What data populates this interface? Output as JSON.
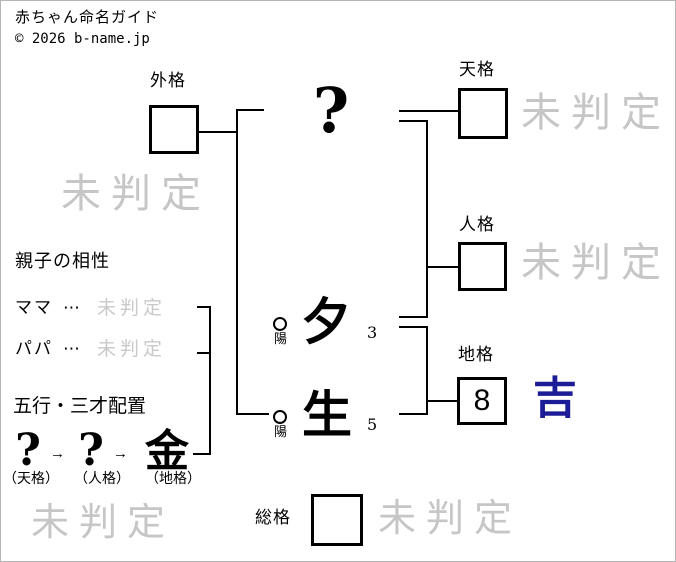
{
  "header": {
    "title": "赤ちゃん命名ガイド",
    "copyright": "© 2026 b-name.jp"
  },
  "name": {
    "surname": {
      "char": "?"
    },
    "given": [
      {
        "char": "夕",
        "strokes": "3",
        "yinyang_symbol": "○",
        "yinyang_label": "陽"
      },
      {
        "char": "生",
        "strokes": "5",
        "yinyang_symbol": "○",
        "yinyang_label": "陽"
      }
    ]
  },
  "kaku": {
    "gaikaku": {
      "label": "外格",
      "value": "",
      "result": "未判定"
    },
    "tenkaku": {
      "label": "天格",
      "value": "",
      "result": "未判定"
    },
    "jinkaku": {
      "label": "人格",
      "value": "",
      "result": "未判定"
    },
    "chikaku": {
      "label": "地格",
      "value": "8",
      "result": "吉"
    },
    "soukaku": {
      "label": "総格",
      "value": "",
      "result": "未判定"
    }
  },
  "compatibility": {
    "heading": "親子の相性",
    "rows": [
      {
        "label": "ママ",
        "dots": "⋯",
        "result": "未判定"
      },
      {
        "label": "パパ",
        "dots": "⋯",
        "result": "未判定"
      }
    ]
  },
  "gogyou": {
    "heading": "五行・三才配置",
    "arrow": "→",
    "items": [
      {
        "element": "?",
        "label": "（天格）"
      },
      {
        "element": "?",
        "label": "（人格）"
      },
      {
        "element": "金",
        "label": "（地格）"
      }
    ],
    "result": "未判定"
  },
  "colors": {
    "lucky_navy": "#1c1c96",
    "watermark_gray": "#c6c6c6",
    "line_black": "#000000"
  }
}
